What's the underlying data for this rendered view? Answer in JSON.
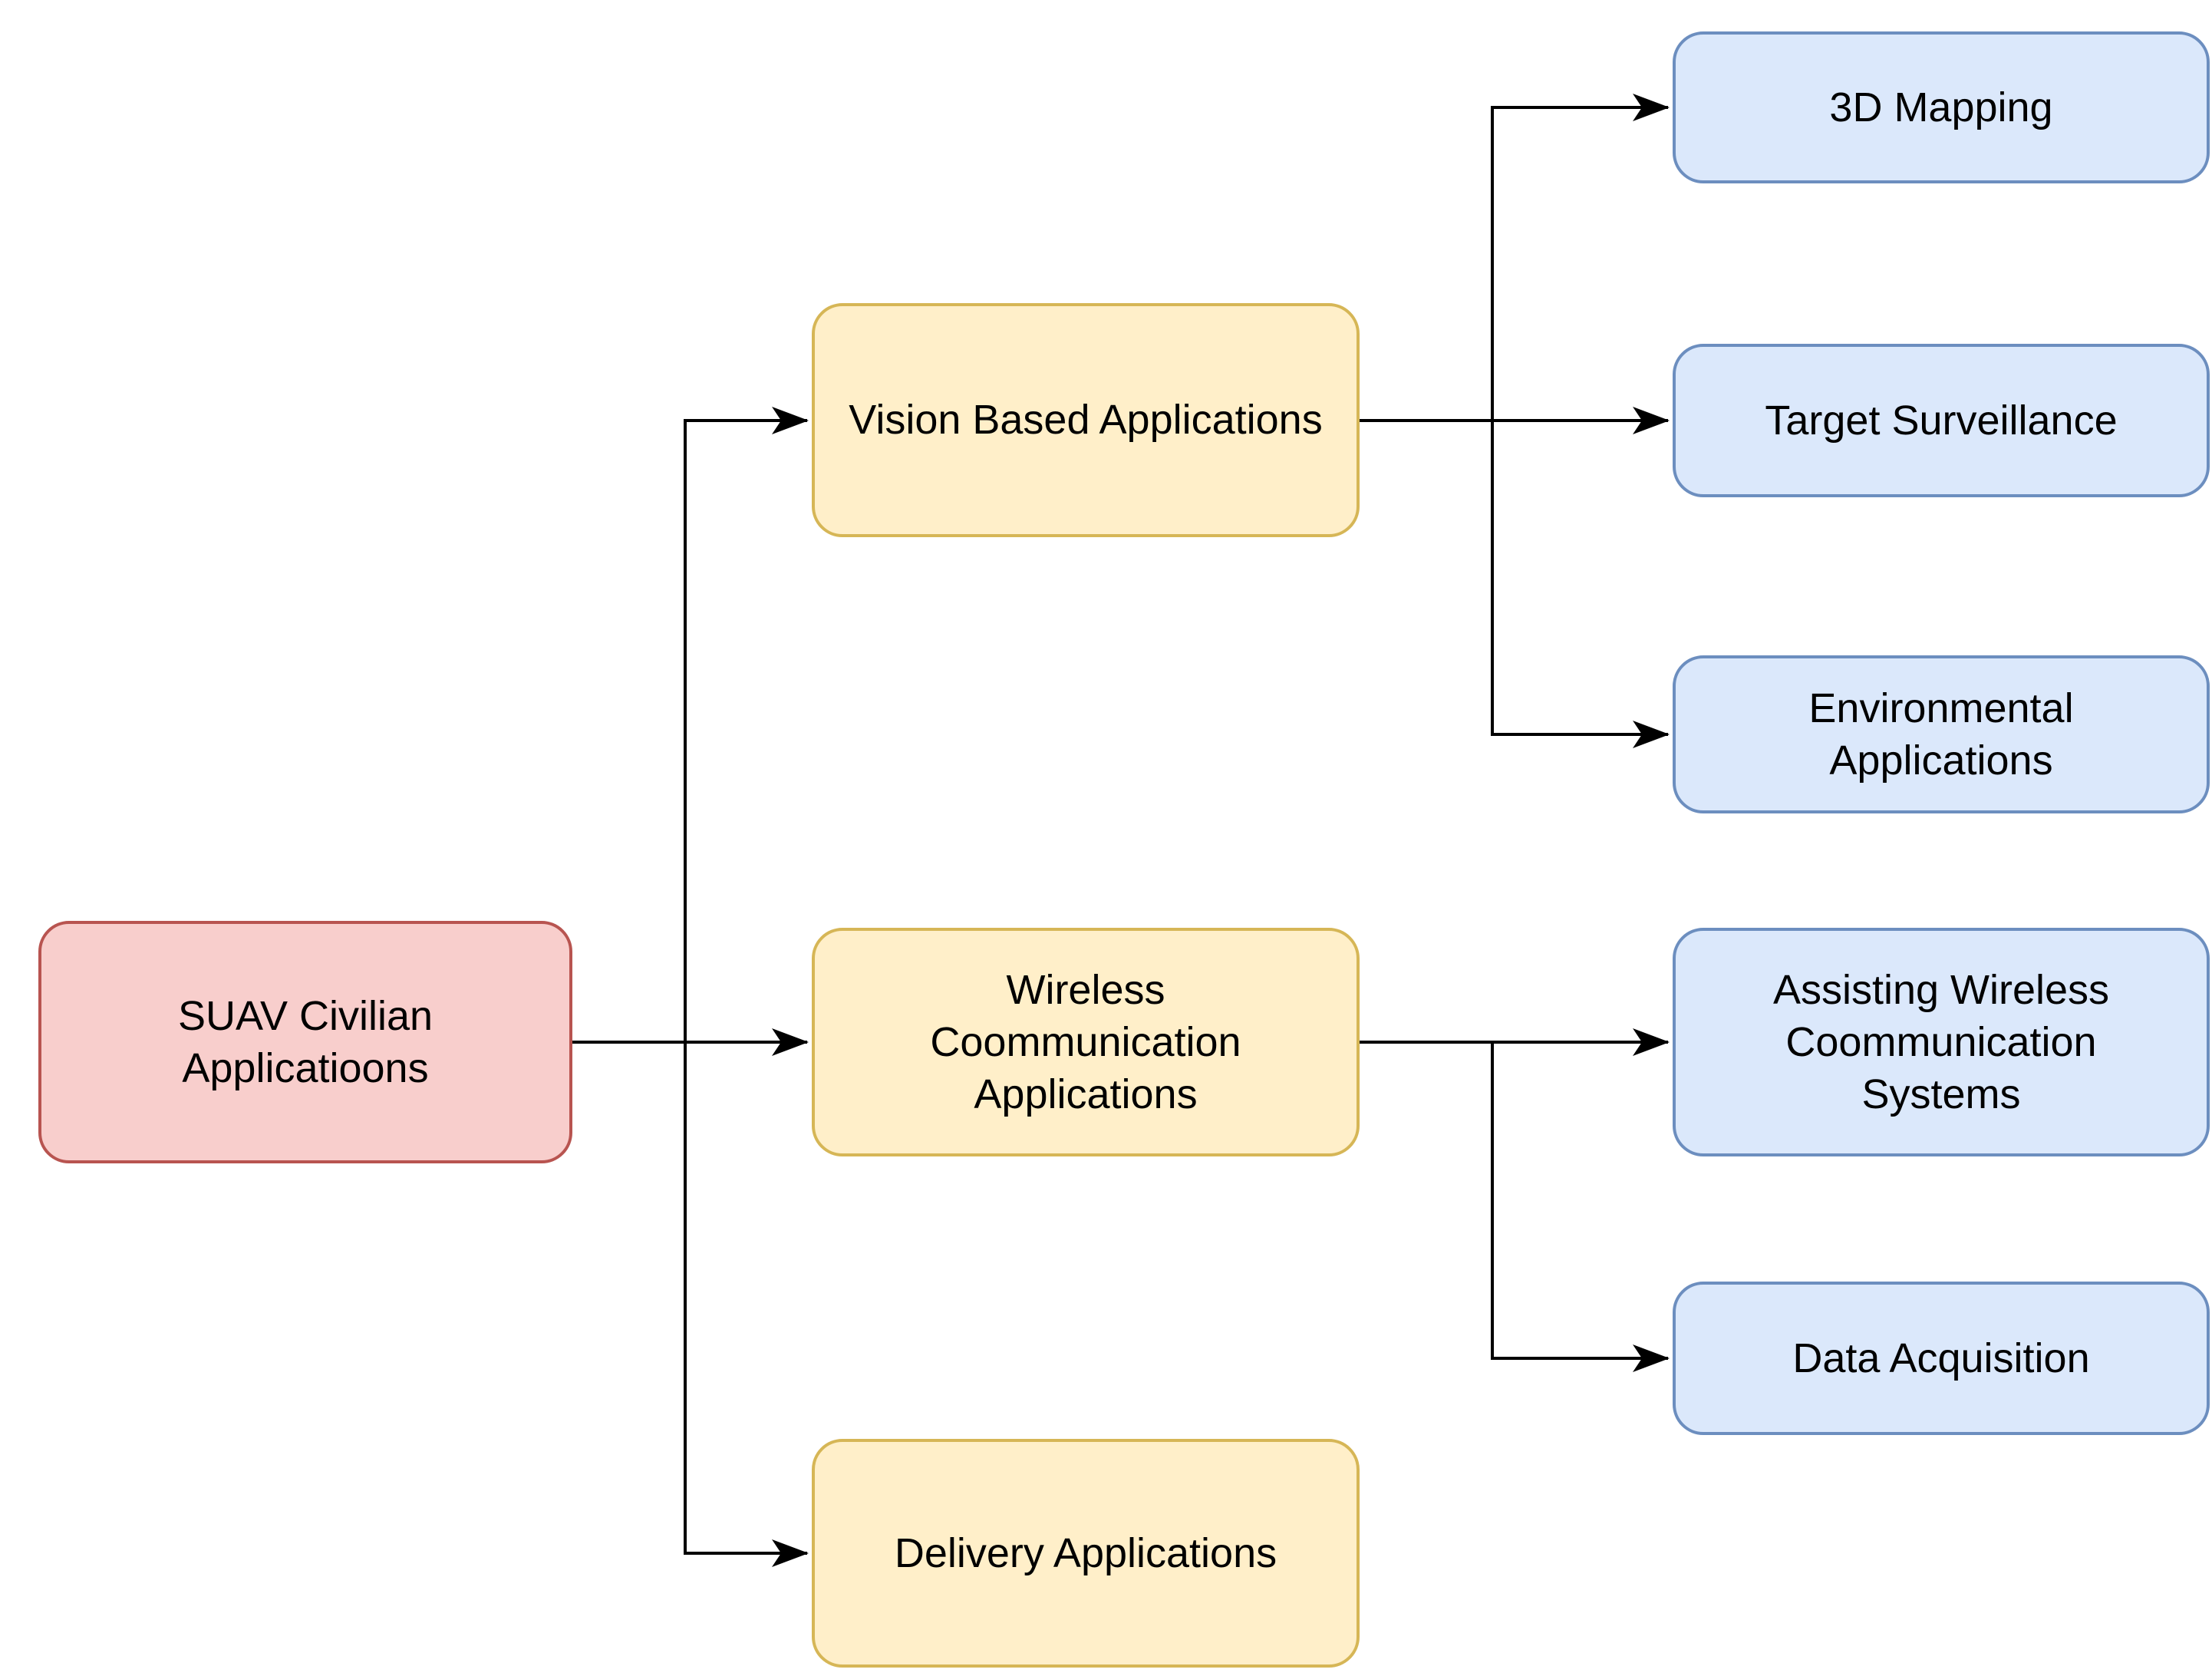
{
  "diagram": {
    "type": "flowchart",
    "background": "#ffffff",
    "nodes": {
      "root": {
        "label": "SUAV Civilian\nApplicatioons",
        "role": "root",
        "fill": "#f8cecc",
        "stroke": "#b85450"
      },
      "vision": {
        "label": "Vision Based Applications",
        "role": "branch",
        "fill": "#ffefc9",
        "stroke": "#d6b656"
      },
      "wireless": {
        "label": "Wireless\nCoommunication\nApplications",
        "role": "branch",
        "fill": "#ffefc9",
        "stroke": "#d6b656"
      },
      "delivery": {
        "label": "Delivery Applications",
        "role": "branch",
        "fill": "#ffefc9",
        "stroke": "#d6b656"
      },
      "mapping": {
        "label": "3D Mapping",
        "role": "leaf",
        "fill": "#dbe8fb",
        "stroke": "#6c8ebf"
      },
      "surveillance": {
        "label": "Target Surveillance",
        "role": "leaf",
        "fill": "#dbe8fb",
        "stroke": "#6c8ebf"
      },
      "environmental": {
        "label": "Environmental\nApplications",
        "role": "leaf",
        "fill": "#dbe8fb",
        "stroke": "#6c8ebf"
      },
      "assisting": {
        "label": "Assisting Wireless\nCoommunication\nSystems",
        "role": "leaf",
        "fill": "#dbe8fb",
        "stroke": "#6c8ebf"
      },
      "data_acquisition": {
        "label": "Data Acquisition",
        "role": "leaf",
        "fill": "#dbe8fb",
        "stroke": "#6c8ebf"
      }
    },
    "edges": [
      {
        "from": "root",
        "to": "vision"
      },
      {
        "from": "root",
        "to": "wireless"
      },
      {
        "from": "root",
        "to": "delivery"
      },
      {
        "from": "vision",
        "to": "mapping"
      },
      {
        "from": "vision",
        "to": "surveillance"
      },
      {
        "from": "vision",
        "to": "environmental"
      },
      {
        "from": "wireless",
        "to": "assisting"
      },
      {
        "from": "wireless",
        "to": "data_acquisition"
      }
    ],
    "connector_color": "#000000",
    "text_color": "#000000"
  }
}
